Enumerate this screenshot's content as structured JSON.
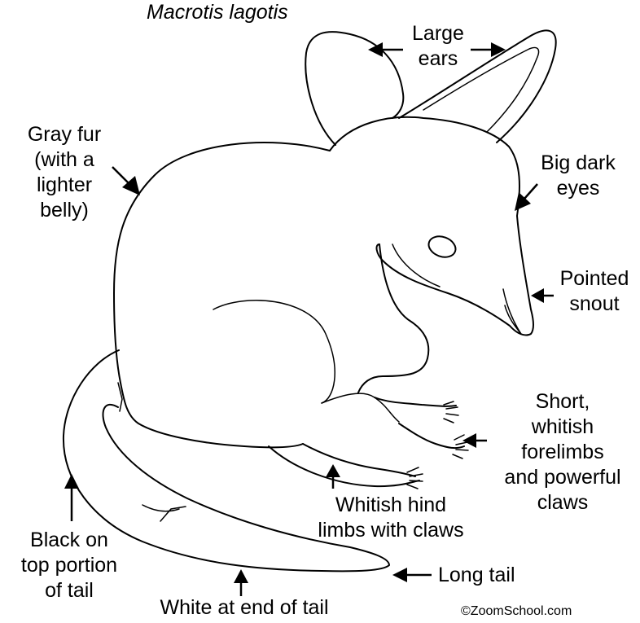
{
  "title": "Macrotis lagotis",
  "copyright": "©ZoomSchool.com",
  "labels": {
    "large_ears": "Large\nears",
    "gray_fur": "Gray fur\n(with a\nlighter\nbelly)",
    "big_eyes": "Big dark\neyes",
    "snout": "Pointed\nsnout",
    "forelimbs": "Short,\nwhitish\nforelimbs\nand powerful\nclaws",
    "hind_limbs": "Whitish hind\nlimbs with claws",
    "black_tail": "Black on\ntop portion\nof tail",
    "long_tail": "Long tail",
    "white_tail": "White at end of tail"
  }
}
